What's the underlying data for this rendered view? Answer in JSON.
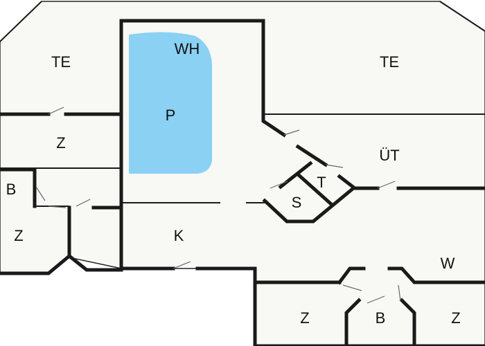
{
  "colors": {
    "floor": "#f8f8f4",
    "wall": "#1a1a1a",
    "pool": "#8ad1f3",
    "background": "#ffffff"
  },
  "rooms": {
    "terrace_left": "TE",
    "terrace_right": "TE",
    "whirlpool": "WH",
    "pool": "P",
    "bedroom_upper_left": "Z",
    "bathroom_left": "B",
    "bedroom_lower_left": "Z",
    "kitchen": "K",
    "utility": "ÜT",
    "shower": "S",
    "toilet": "T",
    "living": "W",
    "bedroom_bottom_mid": "Z",
    "bathroom_bottom": "B",
    "bedroom_bottom_right": "Z"
  }
}
